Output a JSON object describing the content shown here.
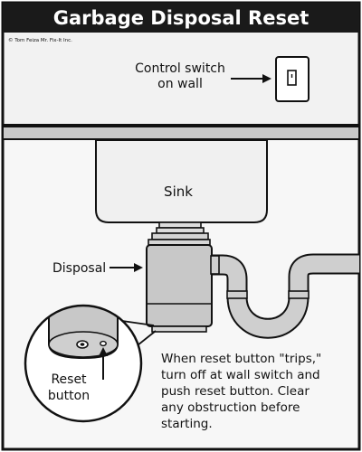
{
  "title": "Garbage Disposal Reset",
  "copyright": "© Tom Feiza Mr. Fix-It Inc.",
  "labels": {
    "switch_line1": "Control switch",
    "switch_line2": "on wall",
    "sink": "Sink",
    "disposal": "Disposal",
    "reset_line1": "Reset",
    "reset_line2": "button"
  },
  "instructions": [
    "When reset button \"trips,\"",
    "turn off at wall switch and",
    "push reset button.  Clear",
    "any obstruction before",
    "starting."
  ],
  "colors": {
    "title_bar": "#1a1a1a",
    "title_text": "#ffffff",
    "wall_area": "#f2f2f2",
    "lower_area": "#f7f7f7",
    "counter": "#c9c9c9",
    "sink": "#f0f0f0",
    "disposal": "#c8c8c8",
    "pipe": "#cfcfcf",
    "line": "#111111"
  }
}
